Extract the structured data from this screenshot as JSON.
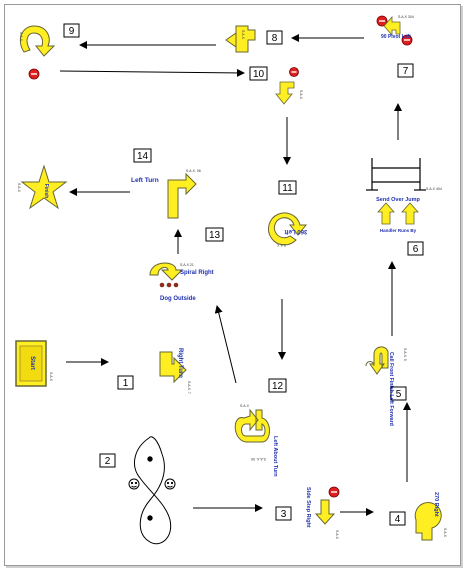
{
  "stations": [
    {
      "n": "1",
      "label": "Right Turn"
    },
    {
      "n": "2",
      "label": ""
    },
    {
      "n": "3",
      "label": "Side Step Right"
    },
    {
      "n": "4",
      "label": "270 Right"
    },
    {
      "n": "5",
      "label": "Call Front Finish Left Forward"
    },
    {
      "n": "6",
      "label": "Send Over Jump",
      "sub": "Handler Runs By"
    },
    {
      "n": "7",
      "label": "90 Pivot Left"
    },
    {
      "n": "8",
      "label": ""
    },
    {
      "n": "9",
      "label": ""
    },
    {
      "n": "10",
      "label": ""
    },
    {
      "n": "11",
      "label": "360 Left"
    },
    {
      "n": "12",
      "label": "Left About Turn"
    },
    {
      "n": "13",
      "label": "Spiral Right",
      "sub": "Dog Outside"
    },
    {
      "n": "14",
      "label": "Left Turn"
    }
  ],
  "start_label": "Start",
  "finish_label": "Finish",
  "codes": {
    "c1": "S.A.X. 7",
    "c7": "S.A.X 304",
    "c6": "S.A.X 404",
    "c13": "S.A.X 21",
    "c14": "S.A.X. 06",
    "c12": "S.A.X. 05",
    "c5": "S.A.X. 5",
    "c10": "S.A.X"
  },
  "colors": {
    "sign_yellow": "#ffee22",
    "sign_outline": "#666633",
    "label_blue": "#1f2fb0",
    "stop_red": "#e02020"
  }
}
